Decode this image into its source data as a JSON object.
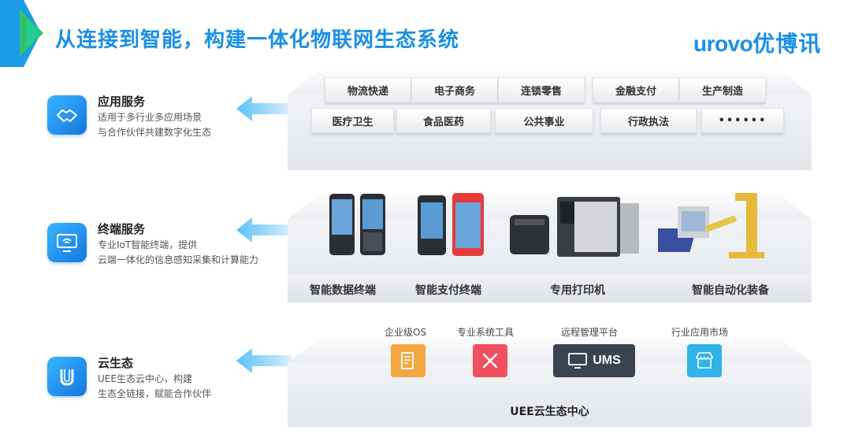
{
  "header": {
    "title": "从连接到智能，构建一体化物联网生态系统",
    "logo_latin": "urovo",
    "logo_cn": "优博讯"
  },
  "layers": [
    {
      "title": "应用服务",
      "line1": "适用于多行业多应用场景",
      "line2": "与合作伙伴共建数字化生态",
      "icon": "handshake-icon"
    },
    {
      "title": "终端服务",
      "line1": "专业IoT智能终端，提供",
      "line2": "云端一体化的信息感知采集和计算能力",
      "icon": "monitor-wifi-icon"
    },
    {
      "title": "云生态",
      "line1": "UEE生态云中心，构建",
      "line2": "生态全链接，赋能合作伙伴",
      "icon": "u-logo-icon"
    }
  ],
  "industries": [
    "物流快递",
    "电子商务",
    "连锁零售",
    "金融支付",
    "生产制造",
    "医疗卫生",
    "食品医药",
    "公共事业",
    "行政执法",
    "••••••"
  ],
  "devices": [
    "智能数据终端",
    "智能支付终端",
    "专用打印机",
    "智能自动化装备"
  ],
  "tools": [
    {
      "label": "企业级OS",
      "icon": "document-icon"
    },
    {
      "label": "专业系统工具",
      "icon": "tools-icon"
    },
    {
      "label": "远程管理平台",
      "icon": "monitor-icon",
      "text": "UMS"
    },
    {
      "label": "行业应用市场",
      "icon": "store-icon"
    }
  ],
  "cloud_center": "UEE云生态中心",
  "colors": {
    "primary": "#1a8fe6",
    "accent_green": "#2fc26b",
    "os_orange": "#f4a640",
    "tools_red": "#ef4f5f",
    "ums_dark": "#3b4350",
    "store_blue": "#2fb3ea"
  }
}
